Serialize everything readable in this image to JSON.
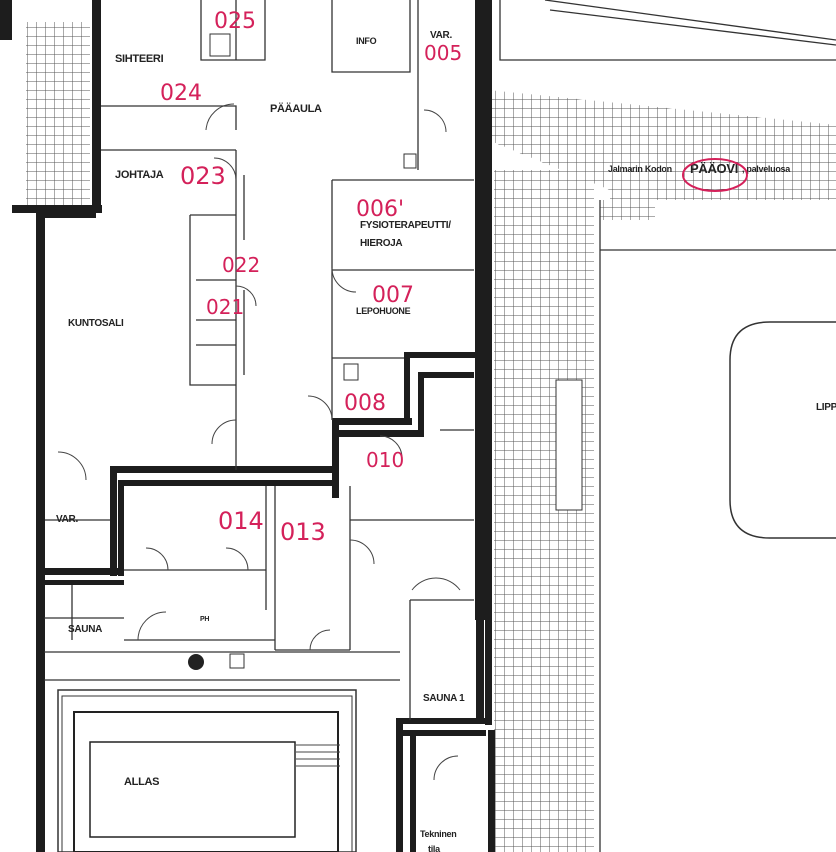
{
  "plan": {
    "rooms": [
      {
        "id": "sihteeri",
        "label": "SIHTEERI"
      },
      {
        "id": "paaaula",
        "label": "PÄÄAULA"
      },
      {
        "id": "johtaja",
        "label": "JOHTAJA"
      },
      {
        "id": "info",
        "label": "INFO"
      },
      {
        "id": "var-top",
        "label": "VAR."
      },
      {
        "id": "fysioterapeutti",
        "label": "FYSIOTERAPEUTTI/"
      },
      {
        "id": "hieroja",
        "label": "HIEROJA"
      },
      {
        "id": "kuntosali",
        "label": "KUNTOSALI"
      },
      {
        "id": "lepohuone",
        "label": "LEPOHUONE"
      },
      {
        "id": "var-left",
        "label": "VAR."
      },
      {
        "id": "sauna",
        "label": "SAUNA"
      },
      {
        "id": "ph",
        "label": "PH"
      },
      {
        "id": "sauna1",
        "label": "SAUNA 1"
      },
      {
        "id": "allas",
        "label": "ALLAS"
      },
      {
        "id": "tekninen",
        "label": "Tekninen"
      },
      {
        "id": "tila",
        "label": "tila"
      },
      {
        "id": "lippu",
        "label": "LIPP"
      }
    ],
    "entrance": {
      "prefix": "Jalmarin Kodon",
      "highlight": "PÄÄOVI",
      "suffix": ", palveluosa"
    },
    "annotations": [
      "025",
      "005",
      "024",
      "023",
      "006'",
      "022",
      "021",
      "007",
      "008",
      "010",
      "014",
      "013"
    ],
    "colors": {
      "ink": "#1d1d1d",
      "annotation": "#d4215a",
      "tile": "#555555"
    }
  }
}
